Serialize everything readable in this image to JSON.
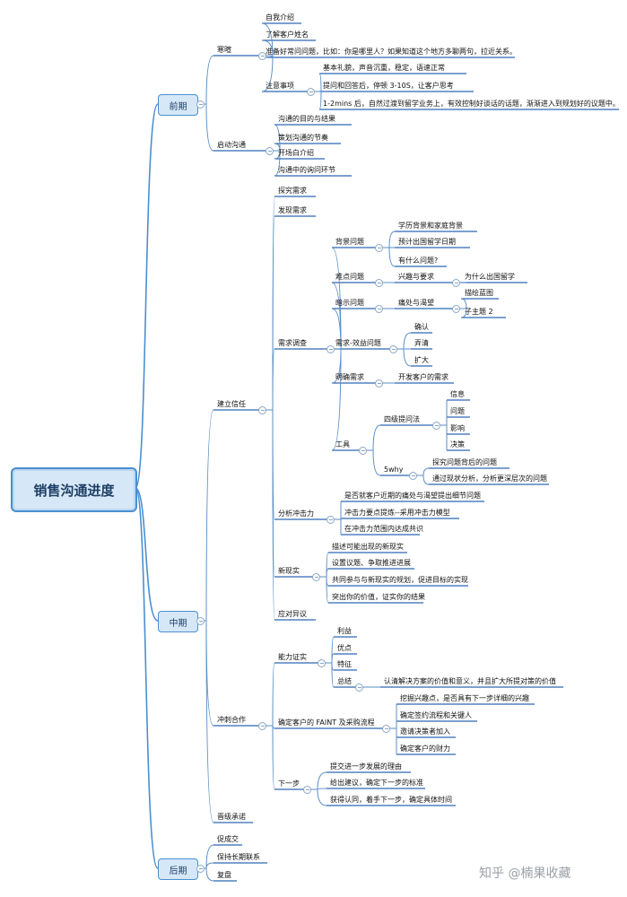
{
  "root": "销售沟通进度",
  "phases": [
    "前期",
    "中期",
    "后期"
  ],
  "nodes": {
    "hanxuan": "寒暄",
    "intro": "自我介绍",
    "know_name": "了解客户姓名",
    "prepare_q": "准备好常问问题，比如：你是哪里人？如果知道这个地方多聊两句，拉近关系。",
    "notes": "注意事项",
    "notes_1": "基本礼貌，声音沉重，稳定，语速正常",
    "notes_2": "提问和回答后，停顿 3-10S，让客户思考",
    "notes_3": "1-2mins 后，自然过渡到留学业务上，有效控制好谈话的话题，渐渐进入到规划好的议题中。",
    "start_comm": "启动沟通",
    "sc_1": "沟通的目的与结果",
    "sc_2": "策划沟通的节奏",
    "sc_3": "开场白介绍",
    "sc_4": "沟通中的询问环节",
    "trust": "建立信任",
    "explore": "探究需求",
    "discover": "发现需求",
    "survey": "需求调查",
    "bg": "背景问题",
    "bg_1": "学历背景和家庭背景",
    "bg_2": "预计出国留学日期",
    "bg_3": "有什么问题?",
    "diff": "难点问题",
    "diff_1": "兴趣与要求",
    "diff_1a": "为什么出国留学",
    "hint": "暗示问题",
    "hint_1": "痛处与渴望",
    "hint_1a": "描绘蓝图",
    "hint_1b": "子主题 2",
    "need_benefit": "需求-效益问题",
    "nb_1": "确认",
    "nb_2": "弄清",
    "nb_3": "扩大",
    "clear": "明确需求",
    "clear_1": "开发客户的需求",
    "tool": "工具",
    "four_level": "四级提问法",
    "fl_1": "信息",
    "fl_2": "问题",
    "fl_3": "影响",
    "fl_4": "决策",
    "fivewhy": "5why",
    "fw_1": "探究问题背后的问题",
    "fw_2": "通过现状分析，分析更深层次的问题",
    "impact": "分析冲击力",
    "im_1": "是否就客户近期的痛处与渴望提出细节问题",
    "im_2": "冲击力要点提炼--采用冲击力模型",
    "im_3": "在冲击力范围内达成共识",
    "new_reality": "新现实",
    "nr_1": "描述可能出现的新现实",
    "nr_2": "设置议题、争取推进进展",
    "nr_3": "共同参与与新现实的规划，促进目标的实现",
    "nr_4": "突出你的价值，证实你的结果",
    "objection": "应对异议",
    "sprint": "冲刺合作",
    "ability": "能力证实",
    "ab_1": "利益",
    "ab_2": "优点",
    "ab_3": "特征",
    "ab_4": "总结",
    "ab_4a": "认清解决方案的价值和意义，并且扩大所提对策的价值",
    "faint": "确定客户的 FAINT 及采购流程",
    "fa_1": "挖掘兴趣点，是否具有下一步详细的兴趣",
    "fa_2": "确定签约流程和关键人",
    "fa_3": "邀请决策者加入",
    "fa_4": "确定客户的财力",
    "next": "下一步",
    "nx_1": "提交进一步发展的理由",
    "nx_2": "给出建议，确定下一步的标准",
    "nx_3": "获得认同，着手下一步，确定具体时间",
    "upgrade": "晋级承诺",
    "close": "促成交",
    "long_term": "保持长期联系",
    "review": "复盘"
  },
  "watermark": "知乎 @楠果收藏"
}
